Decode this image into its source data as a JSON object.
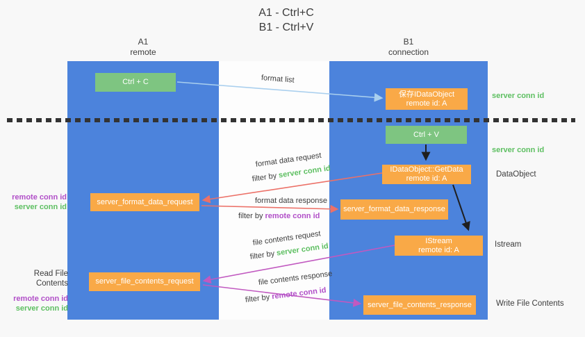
{
  "title": {
    "line1": "A1 - Ctrl+C",
    "line2": "B1 - Ctrl+V"
  },
  "lanes": {
    "left": {
      "header1": "A1",
      "header2": "remote"
    },
    "right": {
      "header1": "B1",
      "header2": "connection"
    }
  },
  "nodes": {
    "ctrl_c": {
      "label": "Ctrl + C"
    },
    "ctrl_v": {
      "label": "Ctrl + V"
    },
    "save_idataobject": {
      "line1": "保存IDataObject",
      "line2": "remote id: A"
    },
    "getdata": {
      "line1": "IDataObject::GetData",
      "line2": "remote id: A"
    },
    "istream": {
      "line1": "IStream",
      "line2": "remote id: A"
    },
    "format_request": {
      "label": "server_format_data_request"
    },
    "format_response": {
      "label": "server_format_data_response"
    },
    "file_request": {
      "label": "server_file_contents_request"
    },
    "file_response": {
      "label": "server_file_contents_response"
    }
  },
  "arrows": {
    "format_list": {
      "label": "format list"
    },
    "format_data_request": {
      "label": "format data request",
      "filter_prefix": "filter by ",
      "filter_value": "server conn id"
    },
    "format_data_response": {
      "label": "format data response",
      "filter_prefix": "filter by ",
      "filter_value": "remote conn id"
    },
    "file_contents_request": {
      "label": "file contents request",
      "filter_prefix": "filter by ",
      "filter_value": "server conn id"
    },
    "file_contents_response": {
      "label": "file contents response",
      "filter_prefix": "filter by ",
      "filter_value": "remote conn id"
    }
  },
  "annotations": {
    "server_conn_id_top": "server conn id",
    "server_conn_id_mid": "server conn id",
    "dataobject": "DataObject",
    "istream": "Istream",
    "read_file_contents": "Read File Contents",
    "write_file_contents": "Write File Contents",
    "left_top": {
      "remote": "remote conn id",
      "server": "server conn id"
    },
    "left_bottom": {
      "remote": "remote conn id",
      "server": "server conn id"
    }
  },
  "colors": {
    "lane-blue": "#4c83dc",
    "box-orange": "#f9a947",
    "box-green": "#7ec581",
    "text-green": "#5dbf61",
    "text-purple": "#b14fc8",
    "arrow-red": "#ec7168",
    "arrow-magenta": "#c159c0",
    "arrow-lightblue": "#a9cfee",
    "arrow-black": "#1f1f1f",
    "text-dark": "#3c3c3c"
  }
}
